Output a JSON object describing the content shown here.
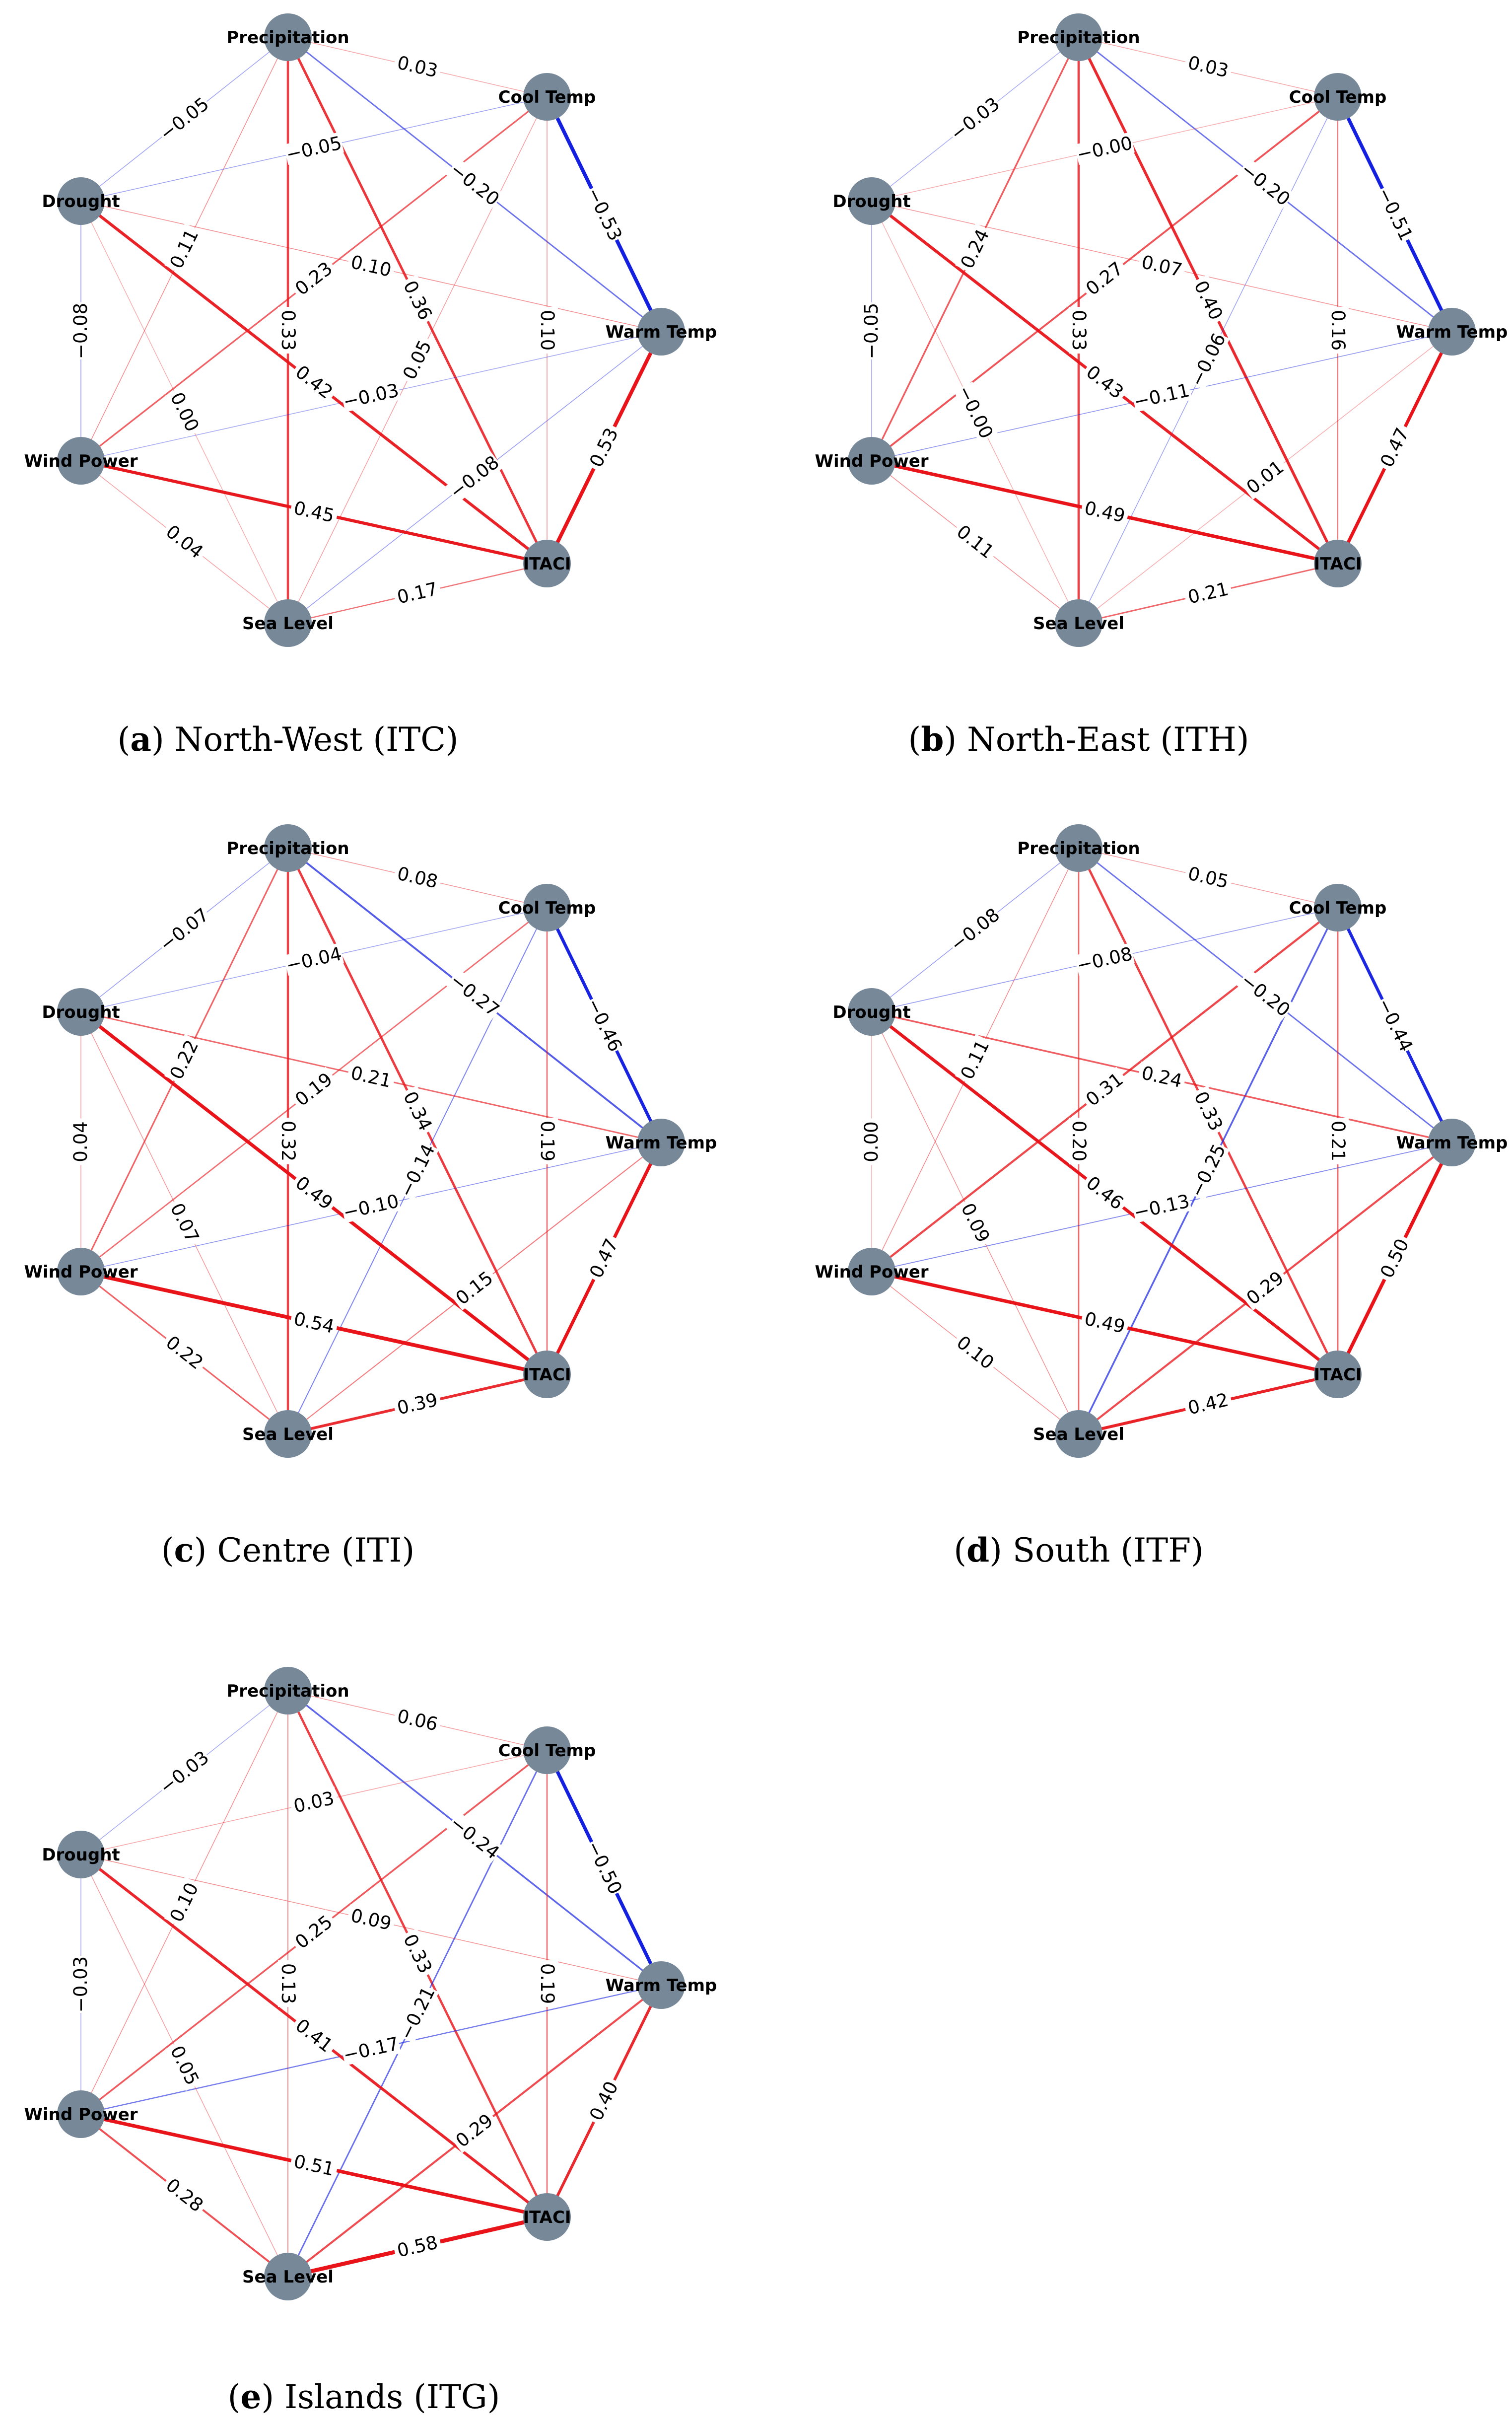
{
  "colors": {
    "positive": "#e8141a",
    "negative": "#1420e0",
    "node": "#778899"
  },
  "node_names": [
    "Precipitation",
    "Cool Temp",
    "Warm Temp",
    "ITACI",
    "Sea Level",
    "Wind Power",
    "Drought"
  ],
  "panels": [
    {
      "letter": "a",
      "caption": "North-West (ITC)",
      "edges": [
        {
          "from": "Precipitation",
          "to": "Cool Temp",
          "value": 0.03,
          "label": "0.03"
        },
        {
          "from": "Precipitation",
          "to": "Warm Temp",
          "value": -0.2,
          "label": "−0.20"
        },
        {
          "from": "Precipitation",
          "to": "ITACI",
          "value": 0.36,
          "label": "0.36"
        },
        {
          "from": "Precipitation",
          "to": "Sea Level",
          "value": 0.33,
          "label": "0.33"
        },
        {
          "from": "Precipitation",
          "to": "Wind Power",
          "value": 0.11,
          "label": "0.11"
        },
        {
          "from": "Precipitation",
          "to": "Drought",
          "value": -0.05,
          "label": "−0.05"
        },
        {
          "from": "Cool Temp",
          "to": "Warm Temp",
          "value": -0.53,
          "label": "−0.53"
        },
        {
          "from": "Cool Temp",
          "to": "ITACI",
          "value": 0.1,
          "label": "0.10"
        },
        {
          "from": "Cool Temp",
          "to": "Sea Level",
          "value": 0.05,
          "label": "0.05"
        },
        {
          "from": "Cool Temp",
          "to": "Wind Power",
          "value": 0.23,
          "label": "0.23"
        },
        {
          "from": "Cool Temp",
          "to": "Drought",
          "value": -0.05,
          "label": "−0.05"
        },
        {
          "from": "Warm Temp",
          "to": "ITACI",
          "value": 0.53,
          "label": "0.53"
        },
        {
          "from": "Warm Temp",
          "to": "Sea Level",
          "value": -0.08,
          "label": "−0.08"
        },
        {
          "from": "Warm Temp",
          "to": "Wind Power",
          "value": -0.03,
          "label": "−0.03"
        },
        {
          "from": "Warm Temp",
          "to": "Drought",
          "value": 0.1,
          "label": "0.10"
        },
        {
          "from": "ITACI",
          "to": "Sea Level",
          "value": 0.17,
          "label": "0.17"
        },
        {
          "from": "ITACI",
          "to": "Wind Power",
          "value": 0.45,
          "label": "0.45"
        },
        {
          "from": "ITACI",
          "to": "Drought",
          "value": 0.42,
          "label": "0.42"
        },
        {
          "from": "Sea Level",
          "to": "Wind Power",
          "value": 0.04,
          "label": "0.04"
        },
        {
          "from": "Sea Level",
          "to": "Drought",
          "value": 0.0,
          "label": "0.00"
        },
        {
          "from": "Wind Power",
          "to": "Drought",
          "value": -0.08,
          "label": "−0.08"
        }
      ]
    },
    {
      "letter": "b",
      "caption": "North-East (ITH)",
      "edges": [
        {
          "from": "Precipitation",
          "to": "Cool Temp",
          "value": 0.03,
          "label": "0.03"
        },
        {
          "from": "Precipitation",
          "to": "Warm Temp",
          "value": -0.2,
          "label": "−0.20"
        },
        {
          "from": "Precipitation",
          "to": "ITACI",
          "value": 0.4,
          "label": "0.40"
        },
        {
          "from": "Precipitation",
          "to": "Sea Level",
          "value": 0.33,
          "label": "0.33"
        },
        {
          "from": "Precipitation",
          "to": "Wind Power",
          "value": 0.24,
          "label": "0.24"
        },
        {
          "from": "Precipitation",
          "to": "Drought",
          "value": -0.03,
          "label": "−0.03"
        },
        {
          "from": "Cool Temp",
          "to": "Warm Temp",
          "value": -0.51,
          "label": "−0.51"
        },
        {
          "from": "Cool Temp",
          "to": "ITACI",
          "value": 0.16,
          "label": "0.16"
        },
        {
          "from": "Cool Temp",
          "to": "Sea Level",
          "value": -0.06,
          "label": "−0.06"
        },
        {
          "from": "Cool Temp",
          "to": "Wind Power",
          "value": 0.27,
          "label": "0.27"
        },
        {
          "from": "Cool Temp",
          "to": "Drought",
          "value": -0.0,
          "label": "−0.00"
        },
        {
          "from": "Warm Temp",
          "to": "ITACI",
          "value": 0.47,
          "label": "0.47"
        },
        {
          "from": "Warm Temp",
          "to": "Sea Level",
          "value": 0.01,
          "label": "0.01"
        },
        {
          "from": "Warm Temp",
          "to": "Wind Power",
          "value": -0.11,
          "label": "−0.11"
        },
        {
          "from": "Warm Temp",
          "to": "Drought",
          "value": 0.07,
          "label": "0.07"
        },
        {
          "from": "ITACI",
          "to": "Sea Level",
          "value": 0.21,
          "label": "0.21"
        },
        {
          "from": "ITACI",
          "to": "Wind Power",
          "value": 0.49,
          "label": "0.49"
        },
        {
          "from": "ITACI",
          "to": "Drought",
          "value": 0.43,
          "label": "0.43"
        },
        {
          "from": "Sea Level",
          "to": "Wind Power",
          "value": 0.11,
          "label": "0.11"
        },
        {
          "from": "Sea Level",
          "to": "Drought",
          "value": -0.0,
          "label": "−0.00"
        },
        {
          "from": "Wind Power",
          "to": "Drought",
          "value": -0.05,
          "label": "−0.05"
        }
      ]
    },
    {
      "letter": "c",
      "caption": "Centre (ITI)",
      "edges": [
        {
          "from": "Precipitation",
          "to": "Cool Temp",
          "value": 0.08,
          "label": "0.08"
        },
        {
          "from": "Precipitation",
          "to": "Warm Temp",
          "value": -0.27,
          "label": "−0.27"
        },
        {
          "from": "Precipitation",
          "to": "ITACI",
          "value": 0.34,
          "label": "0.34"
        },
        {
          "from": "Precipitation",
          "to": "Sea Level",
          "value": 0.32,
          "label": "0.32"
        },
        {
          "from": "Precipitation",
          "to": "Wind Power",
          "value": 0.22,
          "label": "0.22"
        },
        {
          "from": "Precipitation",
          "to": "Drought",
          "value": -0.07,
          "label": "−0.07"
        },
        {
          "from": "Cool Temp",
          "to": "Warm Temp",
          "value": -0.46,
          "label": "−0.46"
        },
        {
          "from": "Cool Temp",
          "to": "ITACI",
          "value": 0.19,
          "label": "0.19"
        },
        {
          "from": "Cool Temp",
          "to": "Sea Level",
          "value": -0.14,
          "label": "−0.14"
        },
        {
          "from": "Cool Temp",
          "to": "Wind Power",
          "value": 0.19,
          "label": "0.19"
        },
        {
          "from": "Cool Temp",
          "to": "Drought",
          "value": -0.04,
          "label": "−0.04"
        },
        {
          "from": "Warm Temp",
          "to": "ITACI",
          "value": 0.47,
          "label": "0.47"
        },
        {
          "from": "Warm Temp",
          "to": "Sea Level",
          "value": 0.15,
          "label": "0.15"
        },
        {
          "from": "Warm Temp",
          "to": "Wind Power",
          "value": -0.1,
          "label": "−0.10"
        },
        {
          "from": "Warm Temp",
          "to": "Drought",
          "value": 0.21,
          "label": "0.21"
        },
        {
          "from": "ITACI",
          "to": "Sea Level",
          "value": 0.39,
          "label": "0.39"
        },
        {
          "from": "ITACI",
          "to": "Wind Power",
          "value": 0.54,
          "label": "0.54"
        },
        {
          "from": "ITACI",
          "to": "Drought",
          "value": 0.49,
          "label": "0.49"
        },
        {
          "from": "Sea Level",
          "to": "Wind Power",
          "value": 0.22,
          "label": "0.22"
        },
        {
          "from": "Sea Level",
          "to": "Drought",
          "value": 0.07,
          "label": "0.07"
        },
        {
          "from": "Wind Power",
          "to": "Drought",
          "value": 0.04,
          "label": "0.04"
        }
      ]
    },
    {
      "letter": "d",
      "caption": "South (ITF)",
      "edges": [
        {
          "from": "Precipitation",
          "to": "Cool Temp",
          "value": 0.05,
          "label": "0.05"
        },
        {
          "from": "Precipitation",
          "to": "Warm Temp",
          "value": -0.2,
          "label": "−0.20"
        },
        {
          "from": "Precipitation",
          "to": "ITACI",
          "value": 0.33,
          "label": "0.33"
        },
        {
          "from": "Precipitation",
          "to": "Sea Level",
          "value": 0.2,
          "label": "0.20"
        },
        {
          "from": "Precipitation",
          "to": "Wind Power",
          "value": 0.11,
          "label": "0.11"
        },
        {
          "from": "Precipitation",
          "to": "Drought",
          "value": -0.08,
          "label": "−0.08"
        },
        {
          "from": "Cool Temp",
          "to": "Warm Temp",
          "value": -0.44,
          "label": "−0.44"
        },
        {
          "from": "Cool Temp",
          "to": "ITACI",
          "value": 0.21,
          "label": "0.21"
        },
        {
          "from": "Cool Temp",
          "to": "Sea Level",
          "value": -0.25,
          "label": "−0.25"
        },
        {
          "from": "Cool Temp",
          "to": "Wind Power",
          "value": 0.31,
          "label": "0.31"
        },
        {
          "from": "Cool Temp",
          "to": "Drought",
          "value": -0.08,
          "label": "−0.08"
        },
        {
          "from": "Warm Temp",
          "to": "ITACI",
          "value": 0.5,
          "label": "0.50"
        },
        {
          "from": "Warm Temp",
          "to": "Sea Level",
          "value": 0.29,
          "label": "0.29"
        },
        {
          "from": "Warm Temp",
          "to": "Wind Power",
          "value": -0.13,
          "label": "−0.13"
        },
        {
          "from": "Warm Temp",
          "to": "Drought",
          "value": 0.24,
          "label": "0.24"
        },
        {
          "from": "ITACI",
          "to": "Sea Level",
          "value": 0.42,
          "label": "0.42"
        },
        {
          "from": "ITACI",
          "to": "Wind Power",
          "value": 0.49,
          "label": "0.49"
        },
        {
          "from": "ITACI",
          "to": "Drought",
          "value": 0.46,
          "label": "0.46"
        },
        {
          "from": "Sea Level",
          "to": "Wind Power",
          "value": 0.1,
          "label": "0.10"
        },
        {
          "from": "Sea Level",
          "to": "Drought",
          "value": 0.09,
          "label": "0.09"
        },
        {
          "from": "Wind Power",
          "to": "Drought",
          "value": 0.0,
          "label": "0.00"
        }
      ]
    },
    {
      "letter": "e",
      "caption": "Islands (ITG)",
      "edges": [
        {
          "from": "Precipitation",
          "to": "Cool Temp",
          "value": 0.06,
          "label": "0.06"
        },
        {
          "from": "Precipitation",
          "to": "Warm Temp",
          "value": -0.24,
          "label": "−0.24"
        },
        {
          "from": "Precipitation",
          "to": "ITACI",
          "value": 0.33,
          "label": "0.33"
        },
        {
          "from": "Precipitation",
          "to": "Sea Level",
          "value": 0.13,
          "label": "0.13"
        },
        {
          "from": "Precipitation",
          "to": "Wind Power",
          "value": 0.1,
          "label": "0.10"
        },
        {
          "from": "Precipitation",
          "to": "Drought",
          "value": -0.03,
          "label": "−0.03"
        },
        {
          "from": "Cool Temp",
          "to": "Warm Temp",
          "value": -0.5,
          "label": "−0.50"
        },
        {
          "from": "Cool Temp",
          "to": "ITACI",
          "value": 0.19,
          "label": "0.19"
        },
        {
          "from": "Cool Temp",
          "to": "Sea Level",
          "value": -0.21,
          "label": "−0.21"
        },
        {
          "from": "Cool Temp",
          "to": "Wind Power",
          "value": 0.25,
          "label": "0.25"
        },
        {
          "from": "Cool Temp",
          "to": "Drought",
          "value": 0.03,
          "label": "0.03"
        },
        {
          "from": "Warm Temp",
          "to": "ITACI",
          "value": 0.4,
          "label": "0.40"
        },
        {
          "from": "Warm Temp",
          "to": "Sea Level",
          "value": 0.29,
          "label": "0.29"
        },
        {
          "from": "Warm Temp",
          "to": "Wind Power",
          "value": -0.17,
          "label": "−0.17"
        },
        {
          "from": "Warm Temp",
          "to": "Drought",
          "value": 0.09,
          "label": "0.09"
        },
        {
          "from": "ITACI",
          "to": "Sea Level",
          "value": 0.58,
          "label": "0.58"
        },
        {
          "from": "ITACI",
          "to": "Wind Power",
          "value": 0.51,
          "label": "0.51"
        },
        {
          "from": "ITACI",
          "to": "Drought",
          "value": 0.41,
          "label": "0.41"
        },
        {
          "from": "Sea Level",
          "to": "Wind Power",
          "value": 0.28,
          "label": "0.28"
        },
        {
          "from": "Sea Level",
          "to": "Drought",
          "value": 0.05,
          "label": "0.05"
        },
        {
          "from": "Wind Power",
          "to": "Drought",
          "value": -0.03,
          "label": "−0.03"
        }
      ]
    }
  ]
}
